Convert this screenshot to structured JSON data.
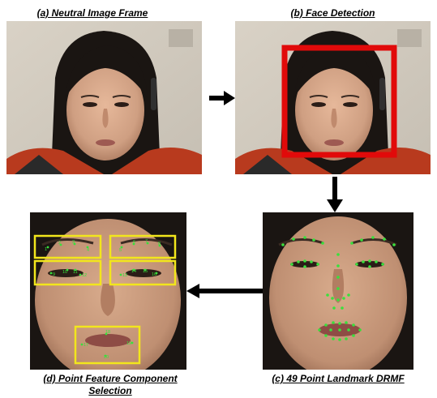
{
  "panels": {
    "a": {
      "caption": "(a) Neutral Image Frame"
    },
    "b": {
      "caption": "(b) Face Detection"
    },
    "c": {
      "caption": "(c) 49 Point Landmark DRMF"
    },
    "d": {
      "caption_line1": "(d) Point Feature Component",
      "caption_line2": "Selection"
    }
  },
  "colors": {
    "detection_box": "#e10a0a",
    "selection_box": "#f2e61c",
    "landmark": "#39e03c",
    "arrow": "#000000"
  },
  "landmark_labels": {
    "brows_left": [
      "1",
      "2",
      "3",
      "4"
    ],
    "brows_right": [
      "5",
      "6",
      "7",
      "8"
    ],
    "eyes_left": [
      "9",
      "10",
      "11",
      "12"
    ],
    "eyes_right": [
      "13",
      "14",
      "15",
      "16"
    ],
    "mouth": [
      "17",
      "18",
      "19",
      "20"
    ]
  }
}
